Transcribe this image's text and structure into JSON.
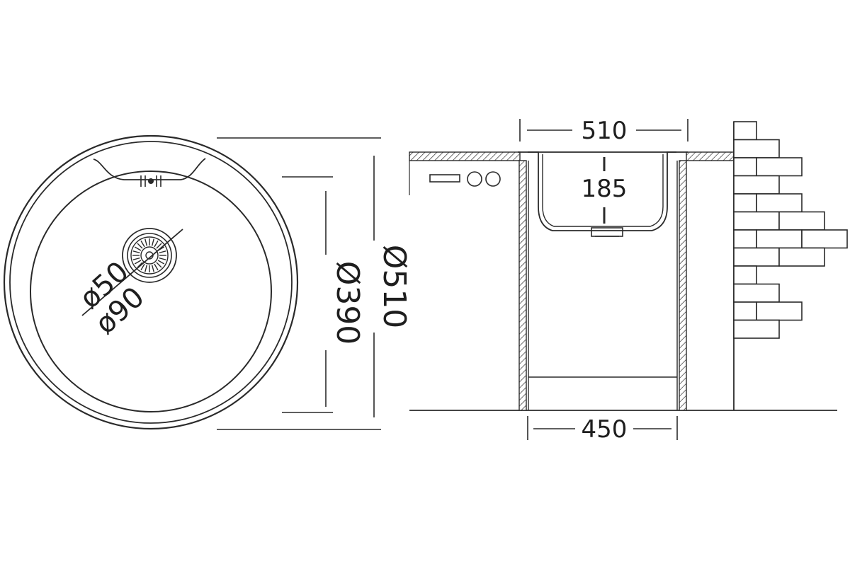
{
  "top_view": {
    "dim_outer": "Ø510",
    "dim_bowl": "Ø390",
    "dim_drain_50": "ø50",
    "dim_drain_90": "ø90"
  },
  "side_view": {
    "dim_width": "510",
    "dim_depth": "185",
    "dim_cabinet": "450"
  },
  "colors": {
    "line": "#2a2a2a",
    "background": "#ffffff"
  }
}
